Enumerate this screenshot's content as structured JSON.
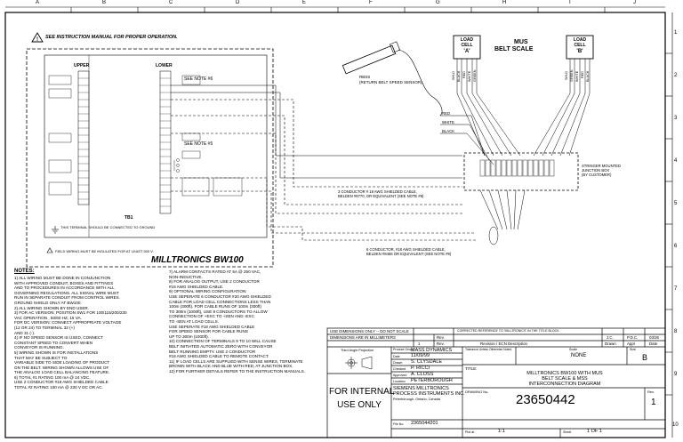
{
  "columns": [
    "A",
    "B",
    "C",
    "D",
    "E",
    "F",
    "G",
    "H",
    "I",
    "J"
  ],
  "rows": [
    "1",
    "2",
    "3",
    "4",
    "5",
    "6",
    "7",
    "8",
    "9",
    "10"
  ],
  "warning": "SEE INSTRUCTION MANUAL FOR PROPER OPERATION.",
  "upper_label": "UPPER",
  "lower_label": "LOWER",
  "see_note_6": "SEE NOTE #6",
  "see_note_5": "SEE NOTE #5",
  "tb1_label": "TB1",
  "hazard_note": "THIS TERMINAL SHOULD BE CONNECTED TO GROUND",
  "field_note": "FIELD WIRING MUST BE INSULATED FOR AT LEAST 300 V.",
  "main_title": "MILLTRONICS BW100",
  "speed_sensor": "RBSS\n(RETURN BELT SPEED SENSOR)",
  "load_cell_a": [
    "LOAD",
    "CELL",
    "'A'"
  ],
  "load_cell_b": [
    "LOAD",
    "CELL",
    "'B'"
  ],
  "scale_title": [
    "MUS",
    "BELT SCALE"
  ],
  "wire_colors": [
    "RED",
    "WHITE",
    "BLACK"
  ],
  "lc_wires_a": [
    "SHLD",
    "BLACK",
    "RED",
    "WHITE",
    "GREEN"
  ],
  "lc_wires_b": [
    "SHLD",
    "GREEN",
    "WHITE",
    "RED",
    "BLACK"
  ],
  "junction_box": [
    "STRINGER MOUNTED",
    "JUNCTION BOX",
    "(BY CUSTOMER)"
  ],
  "cable_3": [
    "3 CONDUCTOR # 18 AWG SHIELDED CABLE,",
    "BELDEN #8770, OR EQUIVALENT (SEE NOTE #8)"
  ],
  "cable_6": [
    "6 CONDUCTOR, #18 AWG SHIELDED CABLE,",
    "BELDEN #8466 OR EQUIVALENT (SEE NOTE #9)"
  ],
  "notes_heading": "NOTES:",
  "notes_left": [
    "1) ALL WIRING MUST BE DONE IN CONJUNCTION",
    "    WITH APPROVED CONDUIT, BOXES AND FITTINGS",
    "    AND TO PROCEDURES IN ACCORDANCE WITH ALL",
    "    GOVERNING REGULATIONS. ALL SIGNAL WIRE MUST",
    "    RUN IN SEPARATE CONDUIT FROM CONTROL WIRES.",
    "    GROUND SHIELD ONLY AT BW100.",
    "2) ALL WIRING SHOWN BY END USER.",
    "3) FOR AC VERSION: POSITION SW1 FOR 100/115/200/230",
    "    VAC OPERATION , 50/60 HZ, 15 VA.",
    "",
    "    FOR DC VERSION: CONNECT APPROPRIATE VOLTAGE",
    "    (12 OR 24) TO TERMINAL 32 (+)",
    "    AND 31 (-).",
    "4) IF NO SPEED SENSOR IS USED, CONNECT",
    "    CONSTANT SPEED TO CONVERT WHEN",
    "    CONVEYOR IS RUNNING.",
    "5) WIRING SHOWN IS FOR INSTALLATIONS",
    "    THAT MAY BE SUBJECT TO",
    "    VARIABLE SIDE TO SIDE LOADING OF PRODUCT",
    "    ON THE BELT. WIRING SHOWN ALLOWS USE OF",
    "    THE ANALOG LOAD CELL BALANCING FEATURE.",
    "6) TOTAL #1 RATING 100 mA @ 24 VDC.",
    "    USE 2 CONDUCTOR #18 AWG SHIELDED CABLE",
    "    TOTAL #2 RATING 100 mA @ 230 V DC OR AC."
  ],
  "notes_right": [
    "7) ALARM CONTACTS RATED AT 5A @ 250 VAC,",
    "    NON-INDUCTIVE.",
    "8) FOR ANALOG OUTPUT, USE 2 CONDUCTOR",
    "    #18 AWG SHIELDED CABLE.",
    "9) OPTIONAL WIRING CONFIGURATION:",
    "    USE SEPERATE 6 CONDUCTOR #20 AWG SHIELDED",
    "    CABLE FOR LOAD CELL CONNECTIONS LESS THAN",
    "    100m (300ft). FOR CABLE RUNS OF 100m (300ft)",
    "    TO 300m (1000ft), USE 8 CONDUCTORS TO ALLOW",
    "    CONNECTION OF +EXC TO +SEN AND -EXC",
    "    TO -SEN AT LOAD CELLS.",
    "",
    "    USE SEPERATE #18 AWG SHIELDED CABLE",
    "    FOR SPEED SENSOR FOR CABLE RUNS",
    "    UP TO 300m (1000ft).",
    "10) CONNECTION OF TERMINALS 9 TO 10 WILL CAUSE",
    "    BELT INITIATED AUTOMATIC ZERO WITH CONVEYOR",
    "    BELT RUNNING EMPTY. USE 2 CONDUCTOR",
    "    #18 AWG SHIELDED CABLE TO REMOTE CONTACT.",
    "11) IF LOAD CELLS ARE SUPPLIED WITH SENSE WIRES, TERMINATE",
    "    BROWN WITH BLACK AND BLUE WITH RED, AT JUNCTION BOX.",
    "12) FOR FURTHER DETAILS REFER TO THE INSTRUCTION MANUALS."
  ],
  "title_block": {
    "scale_note": "USE DIMENSIONS ONLY -- DO NOT SCALE",
    "dims_note": "DIMENSIONS ARE IN MILLIMETERS",
    "rev_label": "Rev.",
    "rev_col": "Rev.",
    "rev_value": "1",
    "rev_desc_label": "Revision / ECN Description",
    "rev_desc": "CORRECTED REFERENCE TO 'MILLTRONICS' IN THE TITLE BLOCK",
    "drawn_label": "Drawn",
    "appr_label": "Appr",
    "date_label": "Date",
    "drawn_init": "J.C.",
    "appr_init": "P.D.C.",
    "rev_date": "03/26",
    "projection": "Third Angle Projection",
    "product_group_label": "Product Group",
    "product_group": "MASS DYNAMICS",
    "date_row_label": "Date",
    "date_value": "11/09/99",
    "drawn_row_label": "Drawn",
    "drawn_value": "S. CLYSDALE",
    "checked_label": "Checked",
    "checked_value": "P. RICCI",
    "approved_label": "Approved",
    "approved_value": "A. CLOSS",
    "location_label": "Location",
    "location_value": "PETERBOROUGH",
    "company": [
      "SIEMENS MILLTRONICS",
      "PROCESS INSTRUMENTS INC."
    ],
    "address": "Peterborough, Ontario, Canada",
    "file_label": "File No.",
    "file_no": "2365044201",
    "tolerance_label": "Tolerance Unless Otherwise Noted",
    "scale_label": "Scale",
    "scale_value": "NONE",
    "size_label": "Size",
    "size_value": "B",
    "title_label": "TITLE:",
    "title_lines": [
      "MILLTRONICS BW100 WITH MUS",
      "BELT SCALE & MSS",
      "INTERCONNECTION DIAGRAM"
    ],
    "drawing_no_label": "DRAWING No.",
    "drawing_no": "23650442",
    "rev_box_label": "Rev.",
    "rev_box_value": "1",
    "print_label": "Plot at",
    "print_scale": "1:1",
    "sheet_label": "Sheet",
    "sheet_text": "1  OF  1",
    "internal": [
      "FOR INTERNAL",
      "USE ONLY"
    ]
  }
}
